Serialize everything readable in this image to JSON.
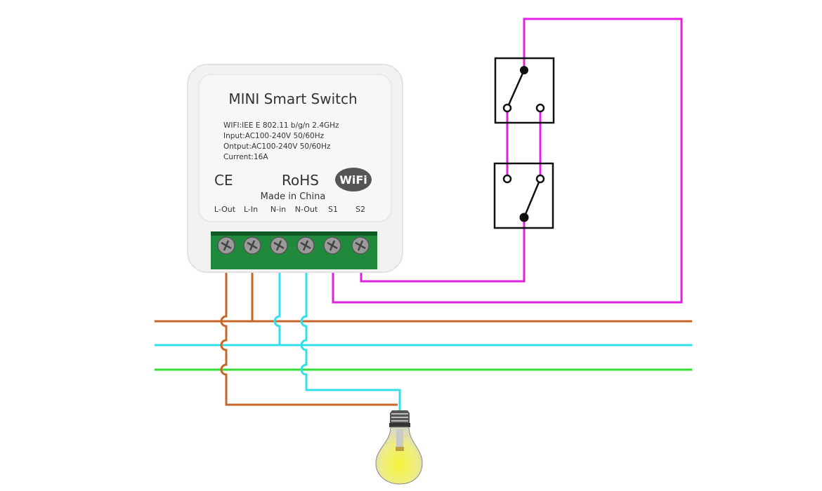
{
  "module": {
    "title": "MINI Smart Switch",
    "specs": [
      "WIFI:IEE E 802.11 b/g/n 2.4GHz",
      "Input:AC100-240V 50/60Hz",
      "Ontput:AC100-240V 50/60Hz",
      "Current:16A"
    ],
    "ce_mark": "CE",
    "rohs": "RoHS",
    "wifi_logo": "WiFi",
    "made_in": "Made in China",
    "terminals": [
      "L-Out",
      "L-In",
      "N-in",
      "N-Out",
      "S1",
      "S2"
    ]
  },
  "colors": {
    "live": "#c8662a",
    "neutral": "#33e0e8",
    "earth": "#33dd33",
    "switch_wire": "#e020e0",
    "terminal_block": "#1f8a3c"
  }
}
